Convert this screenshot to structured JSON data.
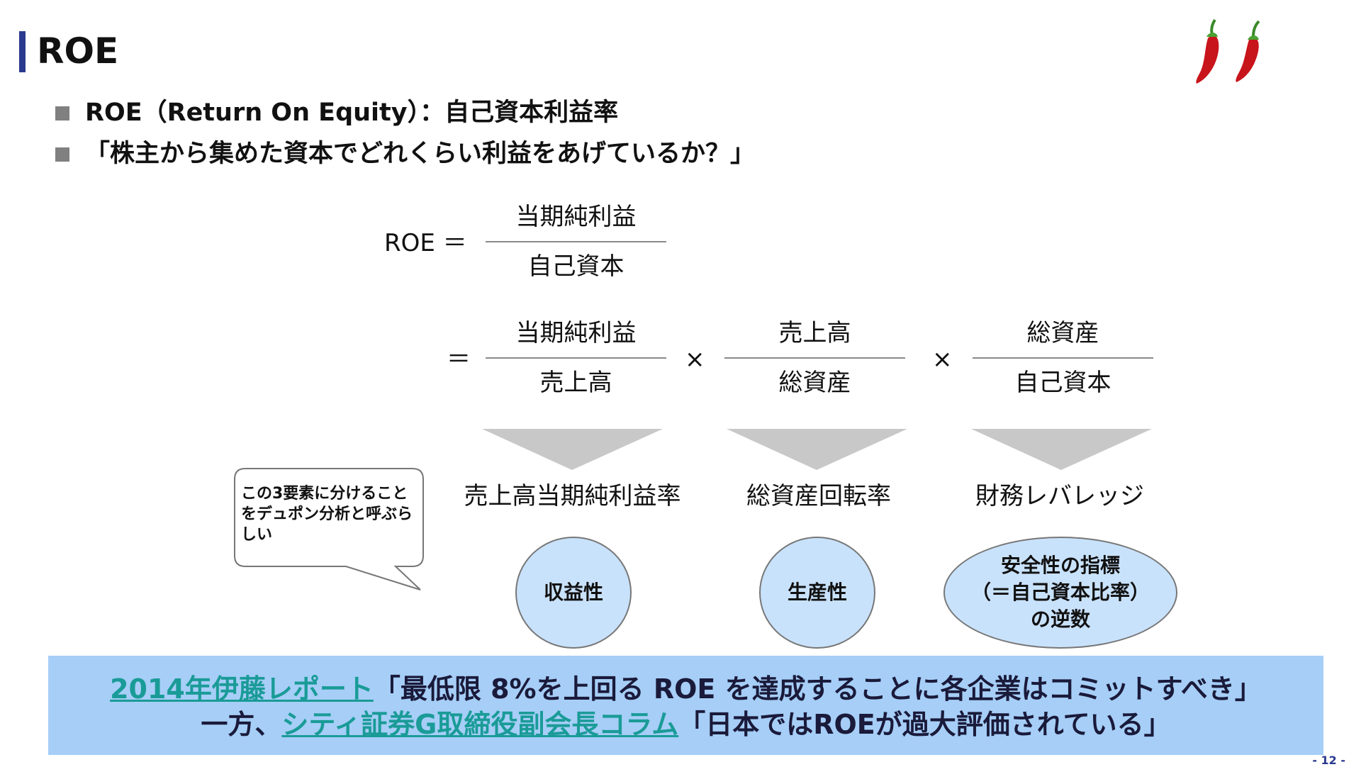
{
  "page": {
    "title": "ROE",
    "page_number": "- 12 -"
  },
  "bullets": [
    {
      "text": "ROE（Return On Equity）：自己資本利益率"
    },
    {
      "text": "「株主から集めた資本でどれくらい利益をあげているか？」"
    }
  ],
  "formula": {
    "lhs": "ROE ＝",
    "eq": "＝",
    "times": "×",
    "top_fraction": {
      "numerator": "当期純利益",
      "denominator": "自己資本"
    },
    "fractions": [
      {
        "numerator": "当期純利益",
        "denominator": "売上高"
      },
      {
        "numerator": "売上高",
        "denominator": "総資産"
      },
      {
        "numerator": "総資産",
        "denominator": "自己資本"
      }
    ]
  },
  "metrics": [
    {
      "label": "売上高当期純利益率",
      "category": "収益性"
    },
    {
      "label": "総資産回転率",
      "category": "生産性"
    },
    {
      "label": "財務レバレッジ",
      "category_lines": [
        "安全性の指標",
        "（＝自己資本比率）",
        "の逆数"
      ]
    }
  ],
  "callout": {
    "text": "この3要素に分けることをデュポン分析と呼ぶらしい"
  },
  "banner": {
    "line1": {
      "link": "2014年伊藤レポート",
      "text": "「最低限 8%を上回る ROE を達成することに各企業はコミットすべき」"
    },
    "line2": {
      "prefix": "一方、",
      "link": "シティ証券G取締役副会長コラム",
      "text": "「日本ではROEが過大評価されている」"
    }
  },
  "colors": {
    "title_bar": "#2b3a8f",
    "ellipse_fill": "#c9e2fc",
    "banner_bg": "#a6cef7",
    "link": "#1a9b97",
    "arrow": "#c8c8c8"
  },
  "icons": {
    "decoration": "chili-peppers-icon"
  }
}
